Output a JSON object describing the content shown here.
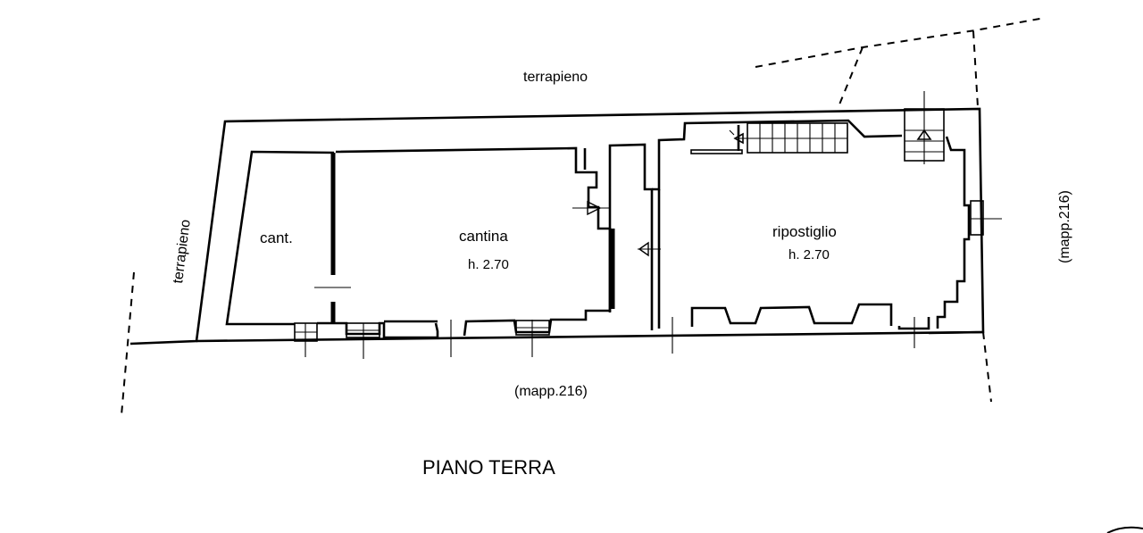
{
  "drawing": {
    "title": "PIANO TERRA",
    "rooms": [
      {
        "name": "cant.",
        "height": ""
      },
      {
        "name": "cantina",
        "height": "h. 2.70"
      },
      {
        "name": "ripostiglio",
        "height": "h. 2.70"
      }
    ],
    "labels": {
      "top": "terrapieno",
      "left": "terrapieno",
      "bottom": "(mapp.216)",
      "right": "(mapp.216)"
    },
    "colors": {
      "ink": "#000000",
      "paper": "#ffffff"
    }
  }
}
